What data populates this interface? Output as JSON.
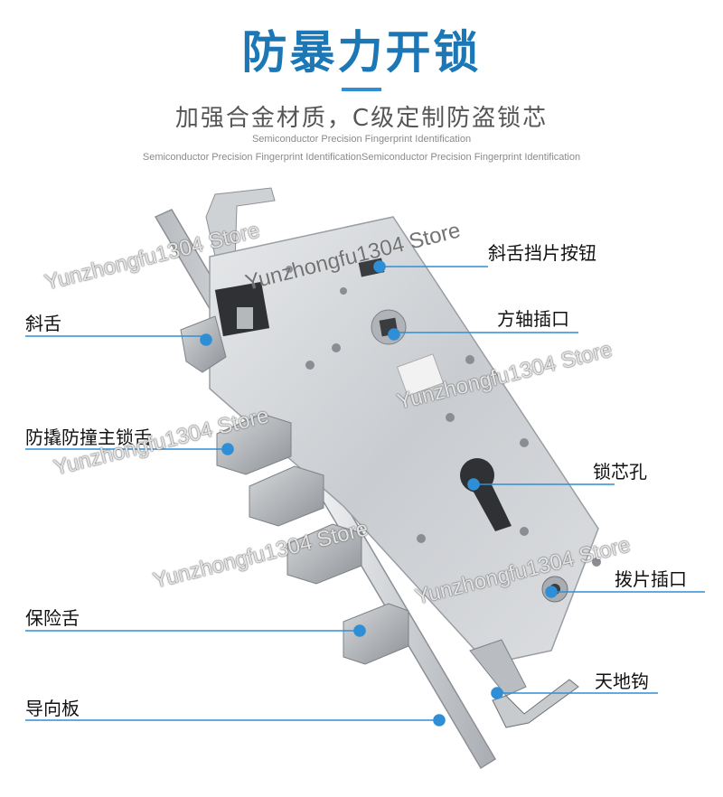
{
  "header": {
    "title": "防暴力开锁",
    "subtitle": "加强合金材质，C级定制防盗锁芯",
    "english_line_1": "Semiconductor Precision Fingerprint Identification",
    "english_line_2": "Semiconductor Precision Fingerprint IdentificationSemiconductor Precision Fingerprint Identification"
  },
  "labels": {
    "latch_stop_button": "斜舌挡片按钮",
    "latch": "斜舌",
    "square_spindle_hole": "方轴插口",
    "anti_pry_main_bolt": "防撬防撞主锁舌",
    "cylinder_hole": "锁芯孔",
    "paddle_socket": "拨片插口",
    "deadlatch": "保险舌",
    "hook": "天地钩",
    "faceplate": "导向板"
  },
  "watermark": {
    "text": "Yunzhongfu1304 Store"
  },
  "colors": {
    "title_blue": "#1b77b5",
    "leader_blue": "#2f8fd6",
    "metal_light": "#d9dbde",
    "metal_dark": "#8c9096"
  }
}
